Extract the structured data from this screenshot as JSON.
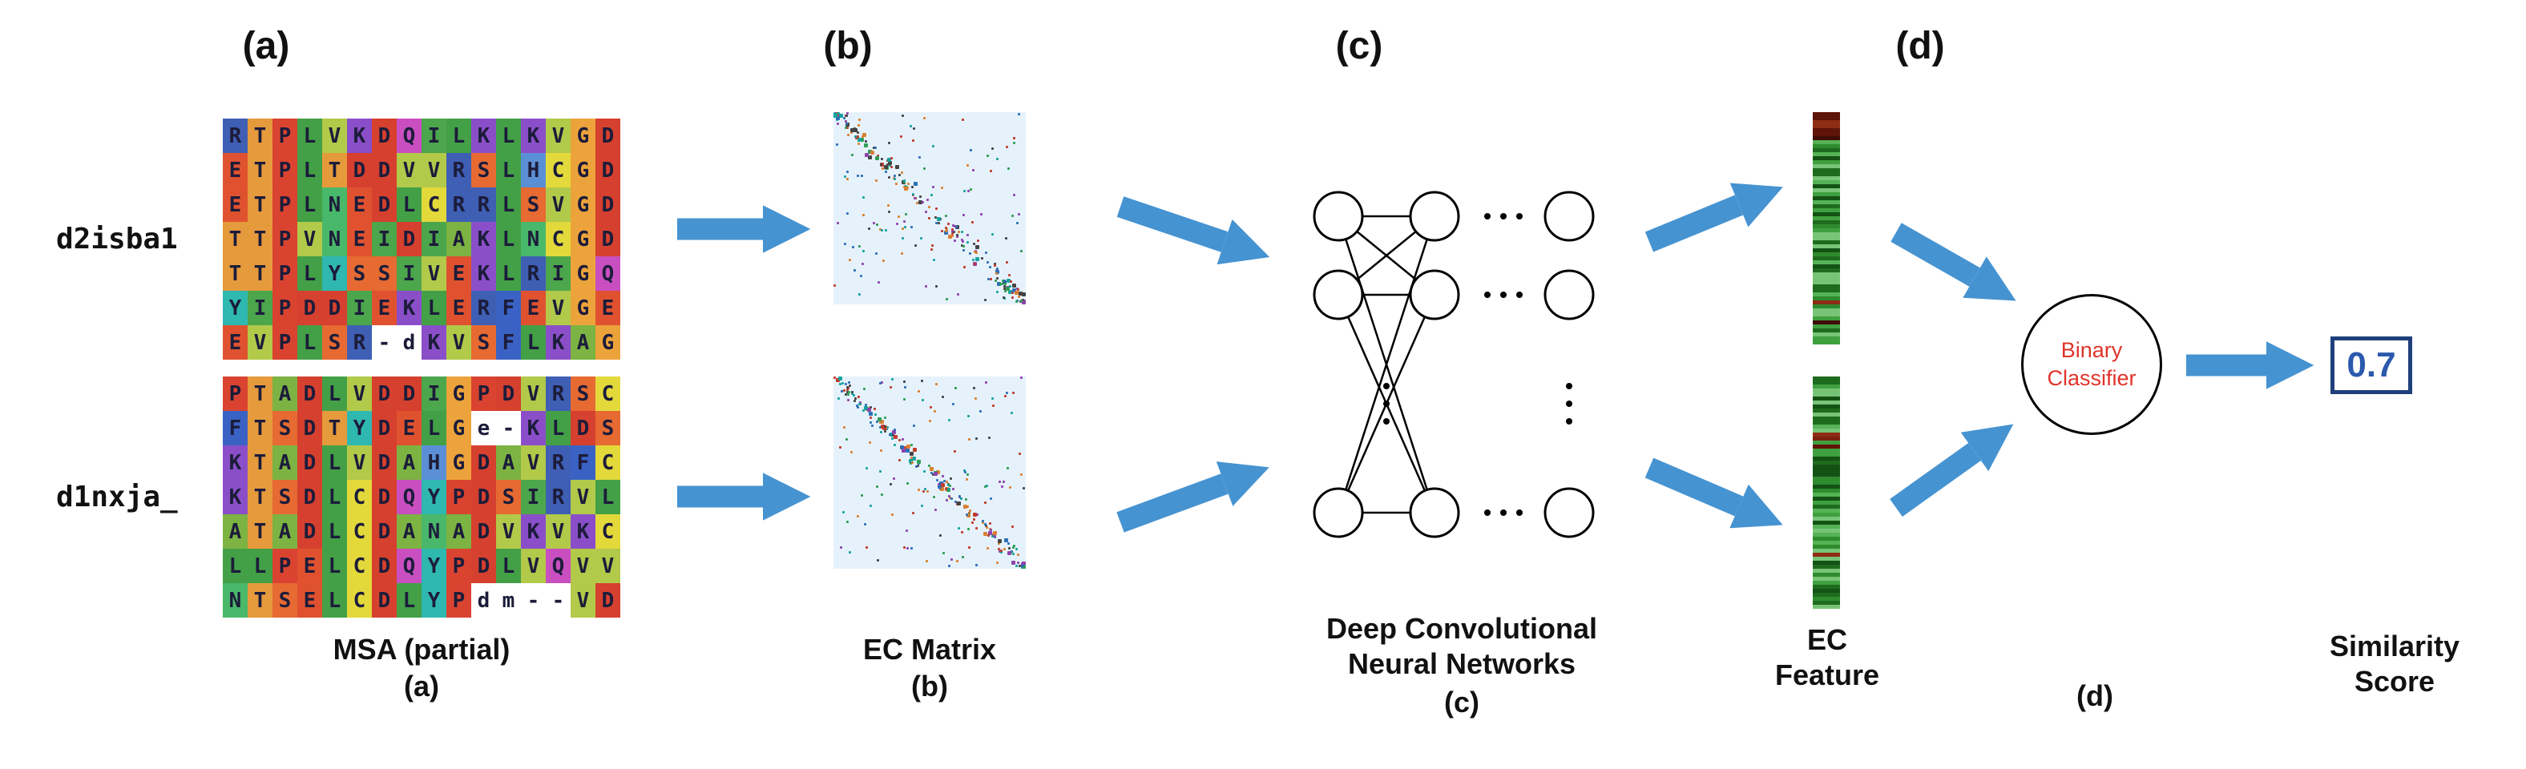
{
  "panels": {
    "a": "(a)",
    "b": "(b)",
    "c": "(c)",
    "d": "(d)"
  },
  "msa": {
    "caption": "MSA (partial)",
    "caption_sub": "(a)",
    "protein1": {
      "name": "d2isba1",
      "rows": [
        "RTPLVKDQILKLKVGD",
        "ETPLTDDVVRSLHCGD",
        "ETPLNEDLCRRLSVGD",
        "TTPVNEIDIAKLNCGD",
        "TTPLYSSIVEKLRIGQ",
        "YIPDDIEKLERFEVGE",
        "EVPLSR-dKVSFLKAG"
      ]
    },
    "protein2": {
      "name": "d1nxja_",
      "rows": [
        "PTADLVDDIGPDVRSC",
        "FTSDTYDELGe-KLDS",
        "KTADLVDAHGDAVRFC",
        "KTSDLCDQYPDSIRVL",
        "ATADLCDANADVKVKC",
        "LLPELCDQYPDLVQVV",
        "NTSELCDLYPdm--VD"
      ]
    }
  },
  "ec_matrix": {
    "caption": "EC Matrix",
    "caption_sub": "(b)",
    "background": "#e6f2fb",
    "dot_colors": [
      "#c23b2e",
      "#2e6fb8",
      "#2f9e55",
      "#17a2a0",
      "#8e44ad",
      "#444444",
      "#d98032"
    ]
  },
  "cnn": {
    "caption_line1": "Deep Convolutional",
    "caption_line2": "Neural Networks",
    "caption_sub": "(c)"
  },
  "ec_feature": {
    "caption_line1": "EC",
    "caption_line2": "Feature",
    "green_colors": [
      "#1e6b1e",
      "#2e8b2e",
      "#3fa03f",
      "#55b355",
      "#77c477",
      "#145214"
    ],
    "red_colors": [
      "#5e1408",
      "#7c2010",
      "#8e2c14",
      "#3f0d05"
    ]
  },
  "classifier": {
    "label_line1": "Binary",
    "label_line2": "Classifier",
    "label_color": "#e0342b",
    "caption_sub": "(d)"
  },
  "score": {
    "value": "0.7",
    "text_color": "#2b59ad",
    "border_color": "#1f3f7c",
    "caption_line1": "Similarity",
    "caption_line2": "Score"
  },
  "colors": {
    "arrow": "#4693d1",
    "letter": "#1c1c3a",
    "gap_bg": "#ffffff",
    "node_stroke": "#000000",
    "amino": {
      "A": "#7cb342",
      "C": "#e3d93b",
      "D": "#d6402e",
      "E": "#e0522f",
      "F": "#3a62c4",
      "G": "#eda33b",
      "H": "#5b8fd5",
      "I": "#4ca64c",
      "K": "#8a4fc8",
      "L": "#43a047",
      "M": "#2e9e8f",
      "N": "#49b86a",
      "P": "#d94330",
      "Q": "#c94fc1",
      "R": "#3f5fb5",
      "S": "#e66a32",
      "T": "#e59a3c",
      "V": "#b2c94a",
      "W": "#31708e",
      "Y": "#2fb8b0"
    }
  }
}
